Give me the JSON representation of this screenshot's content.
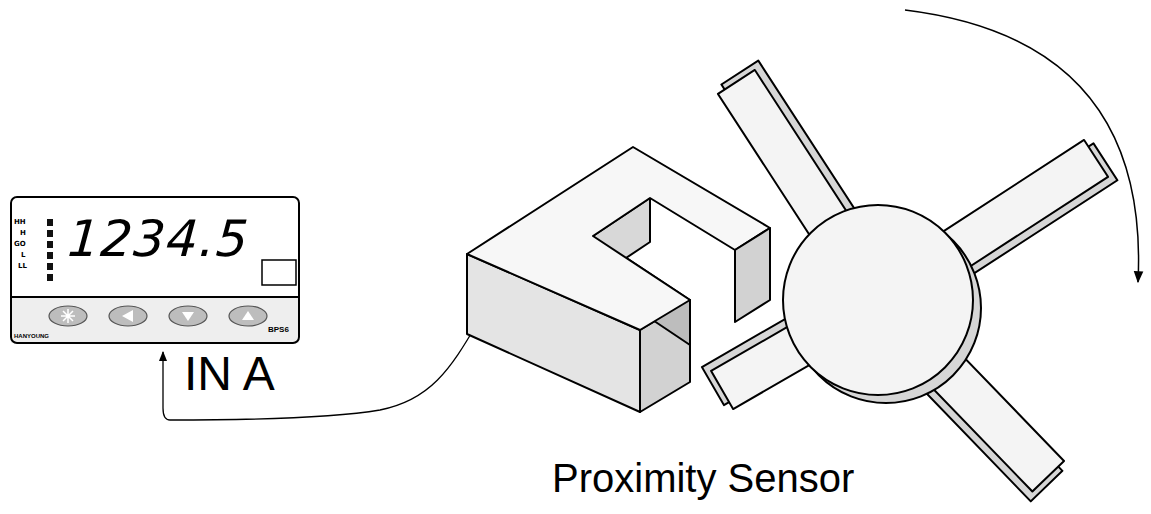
{
  "diagram": {
    "nodes": [
      {
        "text": [
          "HH",
          "H",
          "GO",
          "L",
          "LL",
          "1234.5",
          "HANYOUNG",
          "BPS6"
        ]
      }
    ],
    "labels": [
      "IN A",
      "Proximity Sensor"
    ]
  }
}
